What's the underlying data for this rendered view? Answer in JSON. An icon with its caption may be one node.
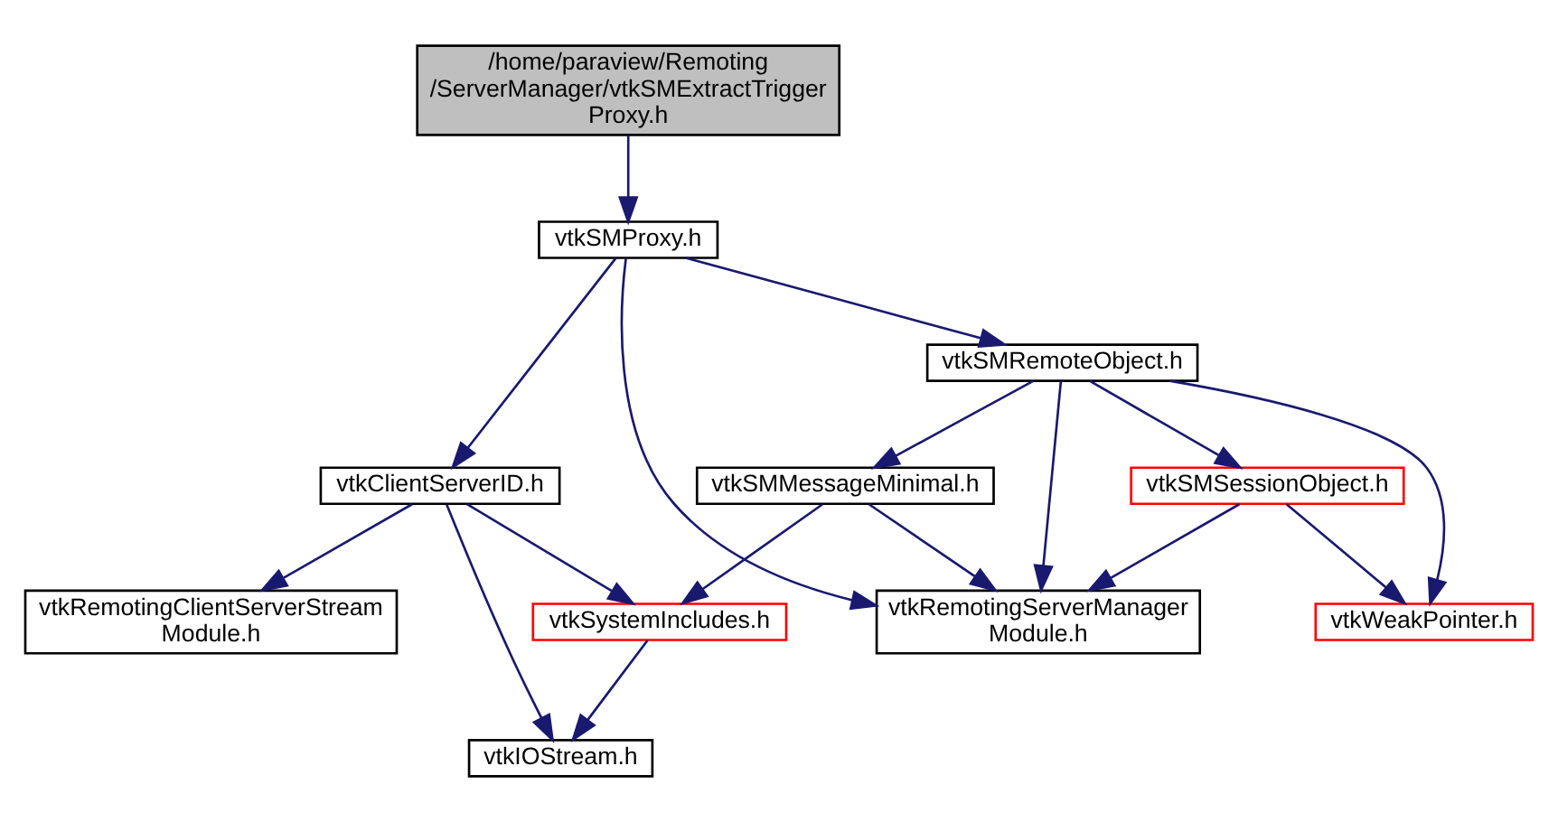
{
  "diagram": {
    "nodes": [
      {
        "text": [
          "/home/paraview/Remoting /ServerManager/vtkSMExtractTrigger Proxy.h"
        ]
      },
      {
        "text": [
          "vtkSMProxy.h"
        ]
      },
      {
        "text": [
          "vtkSMRemoteObject.h"
        ]
      },
      {
        "text": [
          "vtkClientServerID.h"
        ]
      },
      {
        "text": [
          "vtkSMMessageMinimal.h"
        ]
      },
      {
        "text": [
          "vtkSMSessionObject.h"
        ]
      },
      {
        "text": [
          "vtkRemotingClientServerStream Module.h"
        ]
      },
      {
        "text": [
          "vtkSystemIncludes.h"
        ]
      },
      {
        "text": [
          "vtkRemotingServerManager Module.h"
        ]
      },
      {
        "text": [
          "vtkWeakPointer.h"
        ]
      },
      {
        "text": [
          "vtkIOStream.h"
        ]
      }
    ],
    "edges": [
      {
        "from": 0,
        "to": 1,
        "arrow": "to"
      },
      {
        "from": 1,
        "to": 3,
        "arrow": "to"
      },
      {
        "from": 1,
        "to": 8,
        "arrow": "to"
      },
      {
        "from": 1,
        "to": 2,
        "arrow": "to"
      },
      {
        "from": 2,
        "to": 4,
        "arrow": "to"
      },
      {
        "from": 2,
        "to": 8,
        "arrow": "to"
      },
      {
        "from": 2,
        "to": 5,
        "arrow": "to"
      },
      {
        "from": 2,
        "to": 9,
        "arrow": "to"
      },
      {
        "from": 3,
        "to": 6,
        "arrow": "to"
      },
      {
        "from": 3,
        "to": 7,
        "arrow": "to"
      },
      {
        "from": 3,
        "to": 10,
        "arrow": "to"
      },
      {
        "from": 4,
        "to": 7,
        "arrow": "to"
      },
      {
        "from": 4,
        "to": 8,
        "arrow": "to"
      },
      {
        "from": 5,
        "to": 8,
        "arrow": "to"
      },
      {
        "from": 5,
        "to": 9,
        "arrow": "to"
      },
      {
        "from": 7,
        "to": 10,
        "arrow": "to"
      }
    ]
  }
}
